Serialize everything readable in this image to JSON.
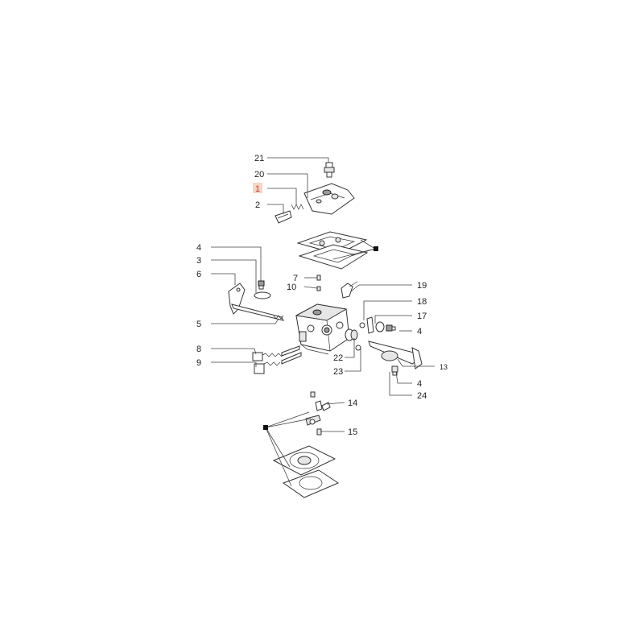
{
  "diagram": {
    "labels": {
      "l21": "21",
      "l20": "20",
      "l1": "1",
      "l2": "2",
      "l4a": "4",
      "l3": "3",
      "l6": "6",
      "l5": "5",
      "l7": "7",
      "l10": "10",
      "l19": "19",
      "l18": "18",
      "l17": "17",
      "l4b": "4",
      "l22": "22",
      "l23": "23",
      "l13": "13",
      "l4c": "4",
      "l24": "24",
      "l8": "8",
      "l9": "9",
      "l14": "14",
      "l15": "15"
    },
    "highlight_color": "#f6d6c6"
  }
}
